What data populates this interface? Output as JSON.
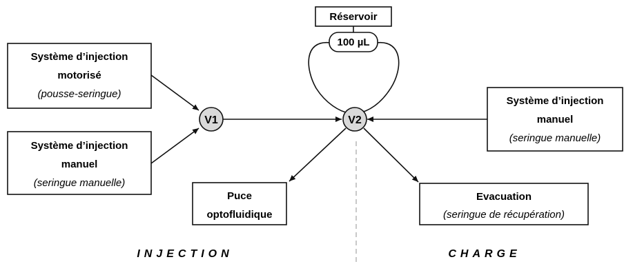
{
  "reservoir": {
    "label": "Réservoir",
    "loop_volume": "100 µL"
  },
  "valves": {
    "v1": "V1",
    "v2": "V2"
  },
  "boxes": {
    "motorized_injection": {
      "title_line1": "Système d’injection",
      "title_line2": "motorisé",
      "subtitle": "(pousse-seringue)"
    },
    "manual_injection_left": {
      "title_line1": "Système d’injection",
      "title_line2": "manuel",
      "subtitle": "(seringue manuelle)"
    },
    "manual_injection_right": {
      "title_line1": "Système d’injection",
      "title_line2": "manuel",
      "subtitle": "(seringue manuelle)"
    },
    "chip": {
      "title_line1": "Puce",
      "title_line2": "optofluidique"
    },
    "evacuation": {
      "title": "Evacuation",
      "subtitle": "(seringue de récupération)"
    }
  },
  "modes": {
    "injection": "INJECTION",
    "charge": "CHARGE"
  },
  "colors": {
    "line": "#111111",
    "valve_fill": "#d9d9d9",
    "divider": "#b0b0b0",
    "box_border": "#111111",
    "background": "#ffffff"
  }
}
